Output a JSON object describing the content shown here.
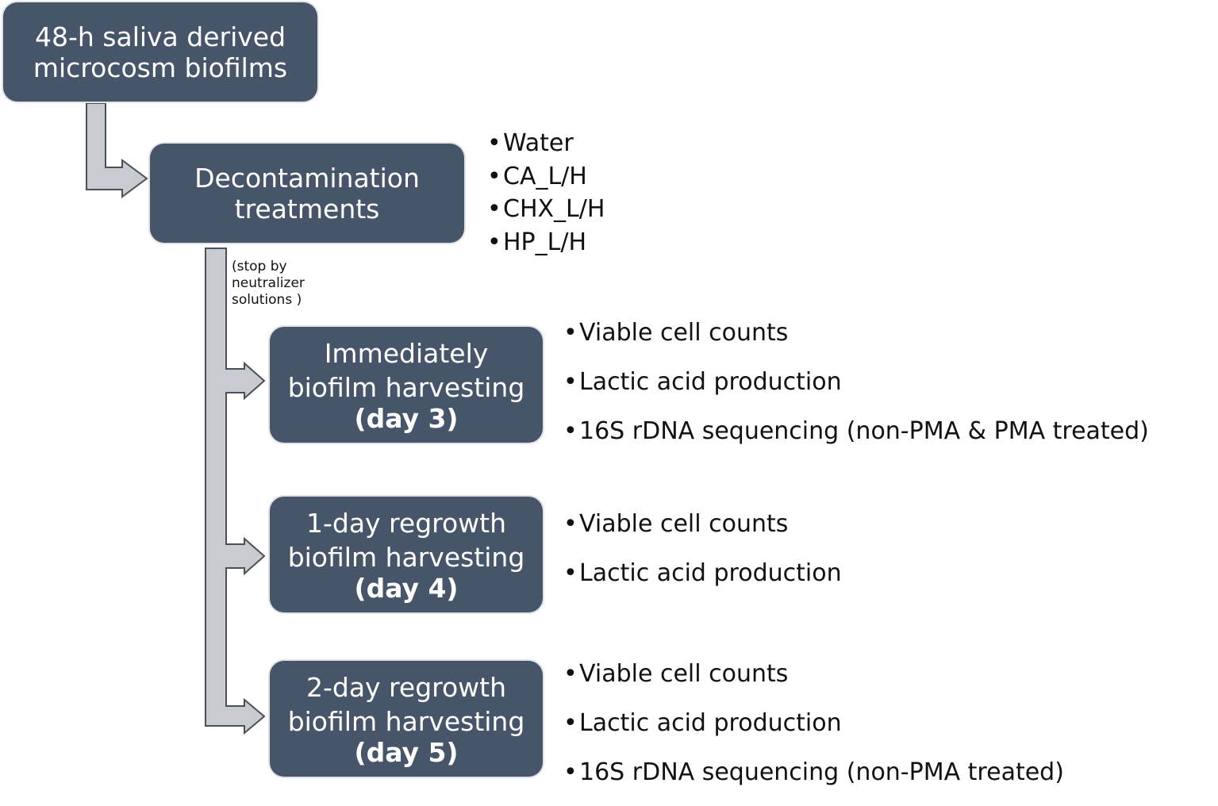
{
  "colors": {
    "box_fill": "#465569",
    "box_text": "#ffffff",
    "arrow_fill": "#c8cbcf",
    "arrow_stroke": "#4a5059",
    "text": "#111111"
  },
  "start_box": {
    "line1": "48-h saliva derived",
    "line2": "microcosm biofilms"
  },
  "decon_box": {
    "line1": "Decontamination",
    "line2": "treatments"
  },
  "treatments": [
    "Water",
    "CA_L/H",
    "CHX_L/H",
    "HP_L/H"
  ],
  "stop_note": "(stop by\nneutralizer\nsolutions )",
  "harvests": [
    {
      "line1": "Immediately",
      "line2": "biofilm harvesting",
      "day": "(day 3)",
      "outcomes": [
        "Viable cell counts",
        "Lactic acid production",
        "16S rDNA sequencing (non-PMA & PMA treated)"
      ]
    },
    {
      "line1": "1-day regrowth",
      "line2": "biofilm harvesting",
      "day": "(day 4)",
      "outcomes": [
        "Viable cell counts",
        "Lactic acid production"
      ]
    },
    {
      "line1": "2-day regrowth",
      "line2": "biofilm harvesting",
      "day": "(day 5)",
      "outcomes": [
        "Viable cell counts",
        "Lactic acid production",
        "16S rDNA sequencing (non-PMA treated)"
      ]
    }
  ]
}
